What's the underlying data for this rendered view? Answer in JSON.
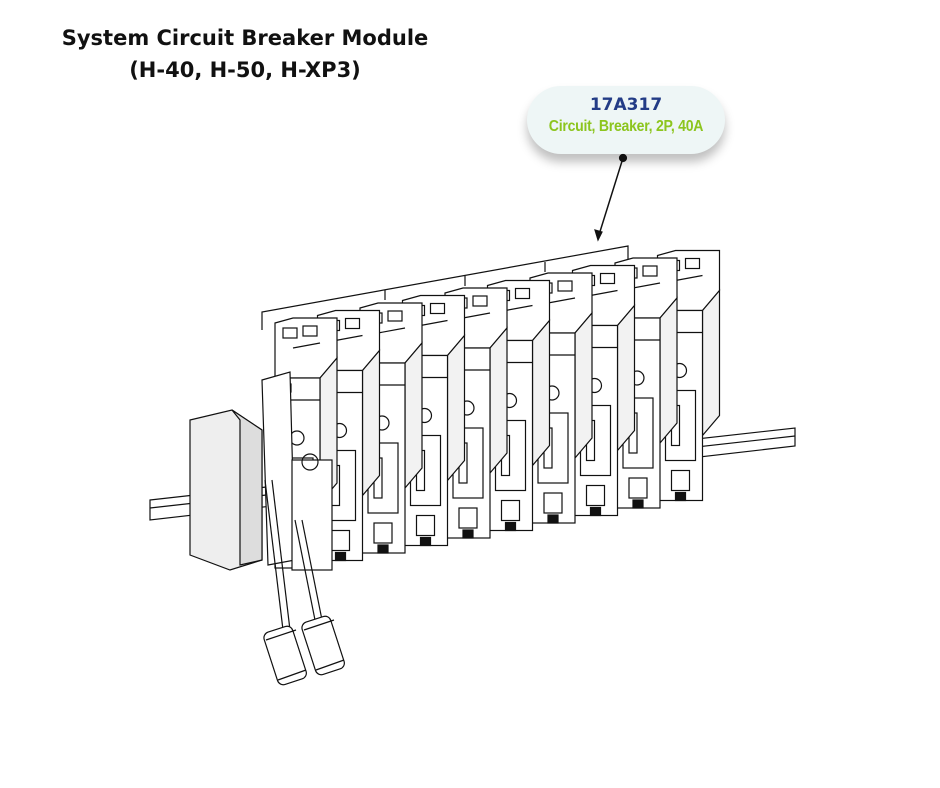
{
  "title": {
    "line1": "System Circuit Breaker Module",
    "line2": "(H-40, H-50, H-XP3)"
  },
  "callout": {
    "part_number": "17A317",
    "description": "Circuit, Breaker, 2P, 40A"
  },
  "colors": {
    "part_number": "#233c86",
    "description": "#8cc51e",
    "callout_bg": "#eef6f6"
  },
  "diagram": {
    "breaker_count": 10,
    "fuse_count": 2
  }
}
